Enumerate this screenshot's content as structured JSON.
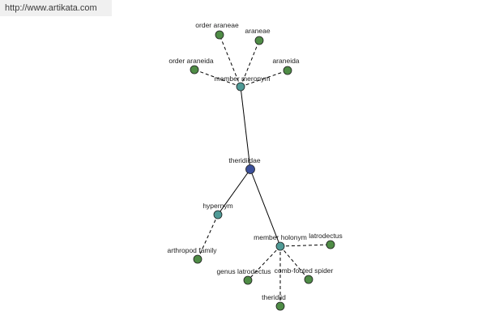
{
  "header": {
    "url": "http://www.artikata.com"
  },
  "graph": {
    "colors": {
      "center": "#3b4f9a",
      "relation": "#4f9a96",
      "leaf": "#4f8c46",
      "edge": "#000000"
    },
    "nodes": [
      {
        "id": "center",
        "label": "theridiidae",
        "kind": "center"
      },
      {
        "id": "mero",
        "label": "member meronym",
        "kind": "relation"
      },
      {
        "id": "hyper",
        "label": "hypernym",
        "kind": "relation"
      },
      {
        "id": "holo",
        "label": "member holonym",
        "kind": "relation"
      },
      {
        "id": "l1",
        "label": "order araneae",
        "kind": "leaf"
      },
      {
        "id": "l2",
        "label": "araneae",
        "kind": "leaf"
      },
      {
        "id": "l3",
        "label": "order araneida",
        "kind": "leaf"
      },
      {
        "id": "l4",
        "label": "araneida",
        "kind": "leaf"
      },
      {
        "id": "l5",
        "label": "arthropod family",
        "kind": "leaf"
      },
      {
        "id": "l6",
        "label": "latrodectus",
        "kind": "leaf"
      },
      {
        "id": "l7",
        "label": "genus latrodectus",
        "kind": "leaf"
      },
      {
        "id": "l8",
        "label": "comb-footed spider",
        "kind": "leaf"
      },
      {
        "id": "l9",
        "label": "theridiid",
        "kind": "leaf"
      }
    ],
    "edges": [
      {
        "from": "center",
        "to": "mero",
        "style": "solid"
      },
      {
        "from": "center",
        "to": "hyper",
        "style": "solid"
      },
      {
        "from": "center",
        "to": "holo",
        "style": "solid"
      },
      {
        "from": "mero",
        "to": "l1",
        "style": "dashed"
      },
      {
        "from": "mero",
        "to": "l2",
        "style": "dashed"
      },
      {
        "from": "mero",
        "to": "l3",
        "style": "dashed"
      },
      {
        "from": "mero",
        "to": "l4",
        "style": "dashed"
      },
      {
        "from": "hyper",
        "to": "l5",
        "style": "dashed"
      },
      {
        "from": "holo",
        "to": "l6",
        "style": "dashed"
      },
      {
        "from": "holo",
        "to": "l7",
        "style": "dashed"
      },
      {
        "from": "holo",
        "to": "l8",
        "style": "dashed"
      },
      {
        "from": "holo",
        "to": "l9",
        "style": "dashed"
      }
    ]
  }
}
